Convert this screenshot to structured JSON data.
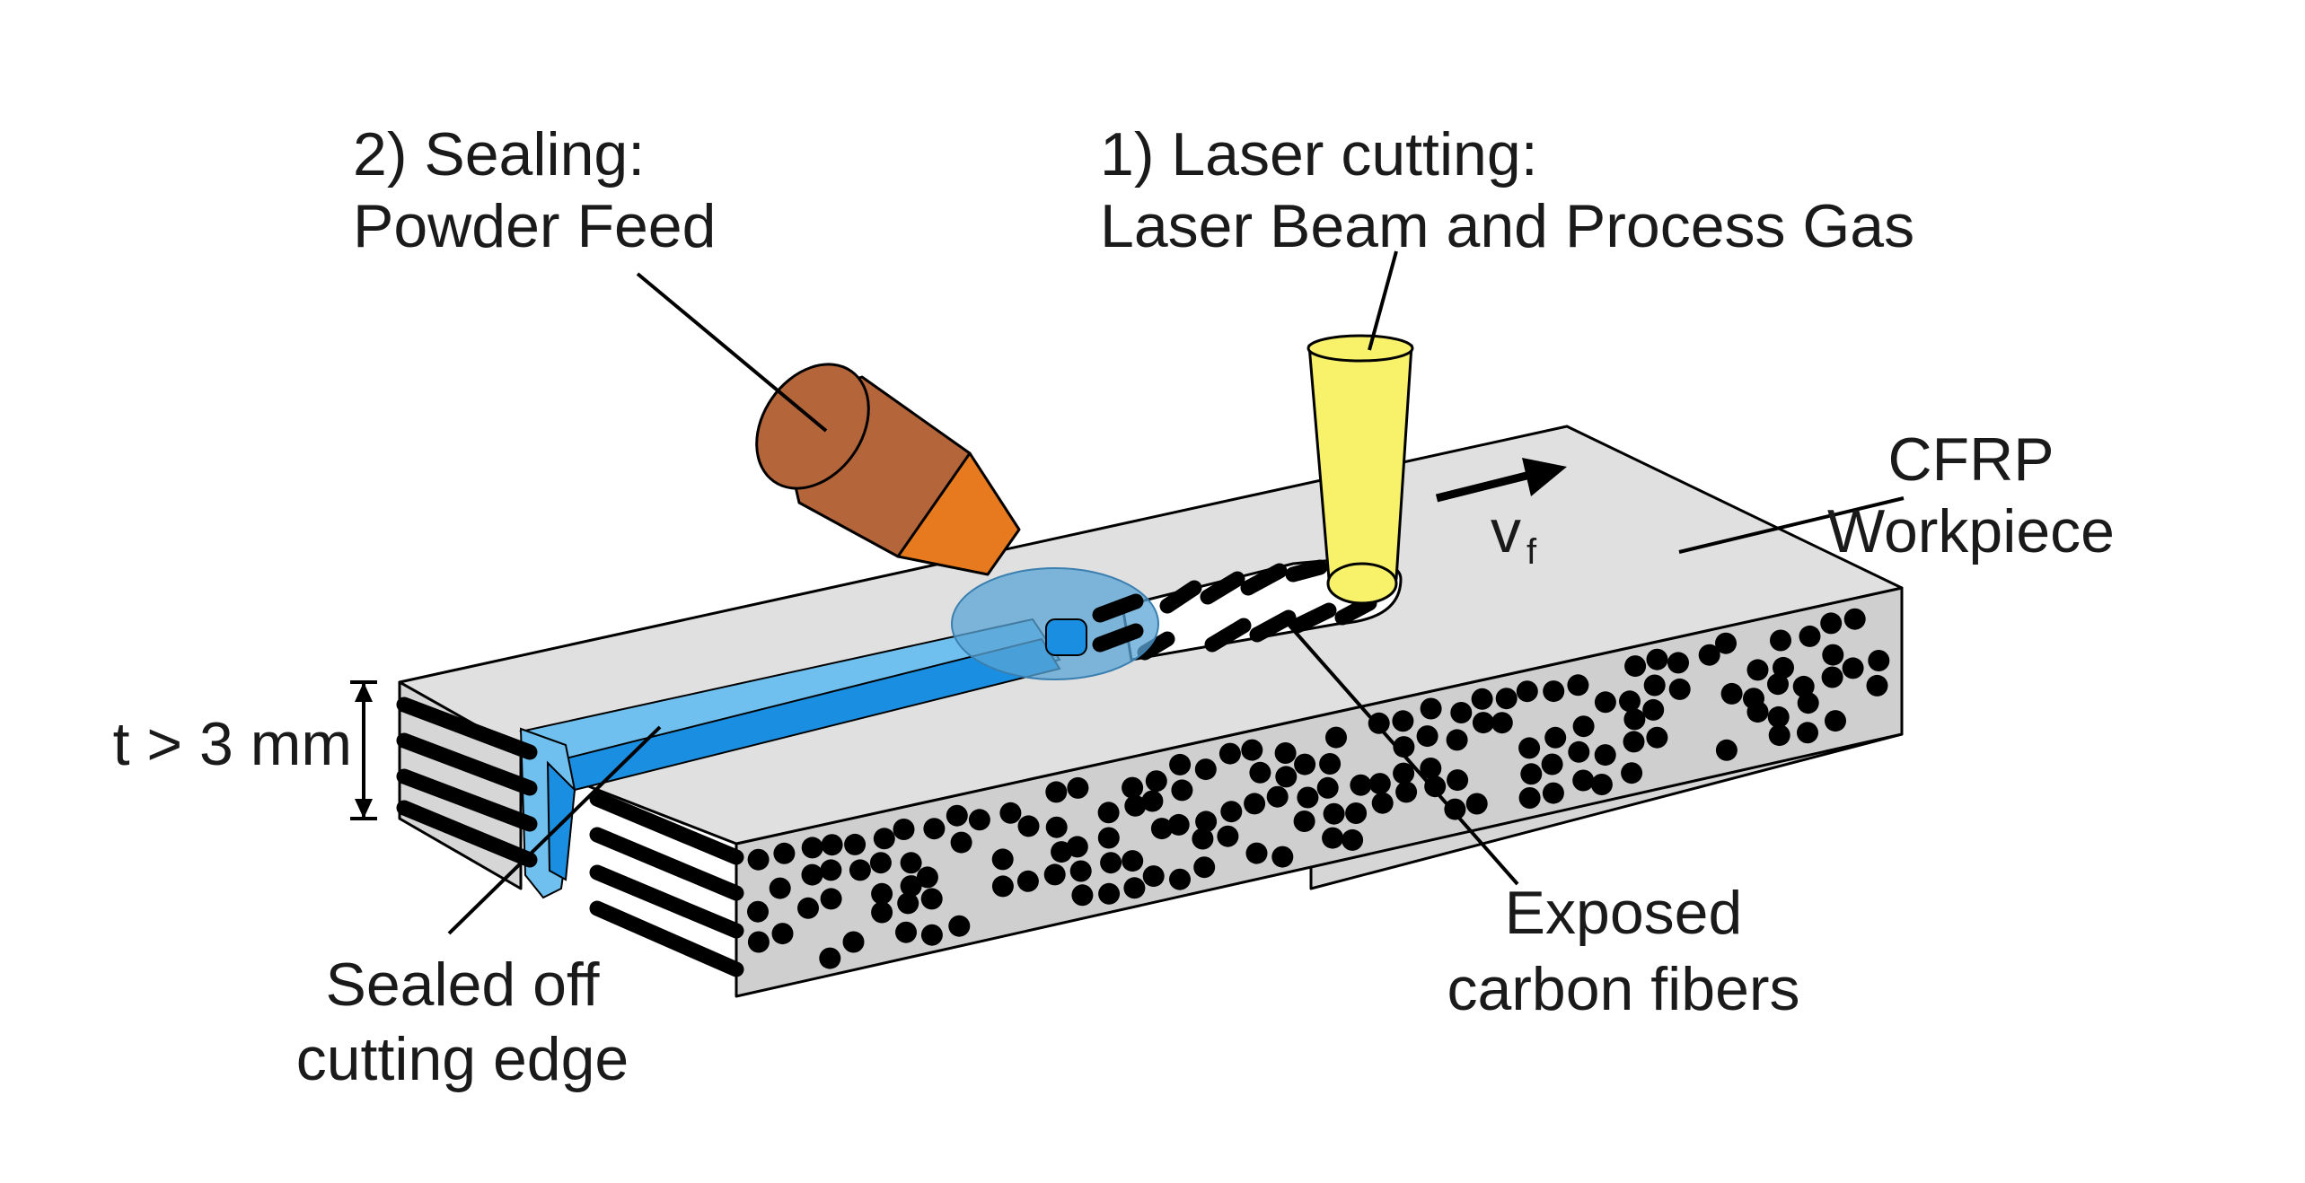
{
  "labels": {
    "sealing_title": "2) Sealing:",
    "sealing_sub": "Powder Feed",
    "laser_title": "1) Laser cutting:",
    "laser_sub": "Laser Beam and Process Gas",
    "workpiece_line1": "CFRP",
    "workpiece_line2": "Workpiece",
    "feed_symbol": "v",
    "feed_subscript": "f",
    "thickness": "t > 3 mm",
    "exposed_line1": "Exposed",
    "exposed_line2": "carbon fibers",
    "sealed_line1": "Sealed off",
    "sealed_line2": "cutting edge"
  },
  "colors": {
    "workpiece_top": "#e0e0e0",
    "workpiece_front": "#cfcfcf",
    "workpiece_side": "#d6d6d6",
    "fiber": "#000000",
    "seal_light": "#6fc0ee",
    "seal_dark": "#1a8ee0",
    "nozzle_body": "#b5653a",
    "nozzle_tip": "#e77a1e",
    "laser_beam": "#f7f26a",
    "powder_cloud": "#5aa6d6"
  },
  "icons": {
    "feed_direction": "arrow-right-icon",
    "thickness_dimension": "dimension-arrow-icon"
  }
}
